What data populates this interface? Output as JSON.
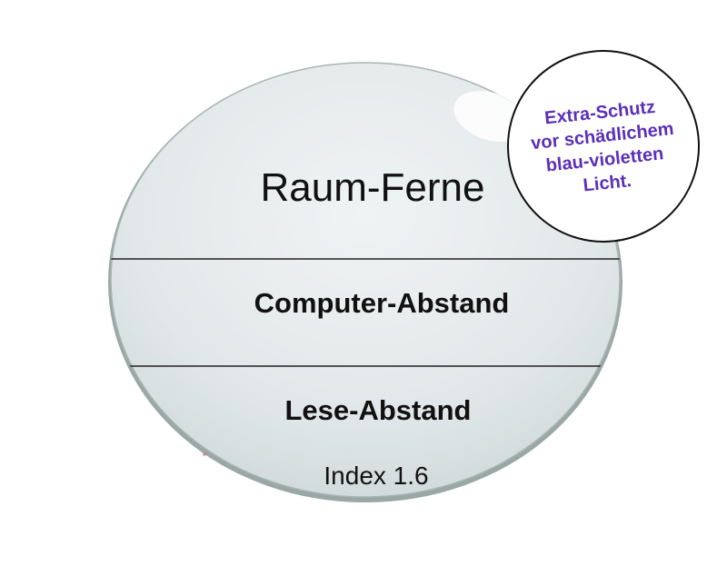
{
  "lens": {
    "zones": [
      {
        "label": "Raum-Ferne"
      },
      {
        "label": "Computer-Abstand"
      },
      {
        "label": "Lese-Abstand"
      }
    ],
    "index_label": "Index 1.6"
  },
  "badge": {
    "lines": [
      "Extra-Schutz",
      "vor schädlichem",
      "blau-violetten",
      "Licht."
    ],
    "text_color": "#5b2fb8",
    "border_color": "#111111"
  },
  "colors": {
    "background": "#ffffff",
    "lens_fill": "#e4e9ea",
    "lens_edge": "#8a9a96",
    "divider": "#222222"
  }
}
